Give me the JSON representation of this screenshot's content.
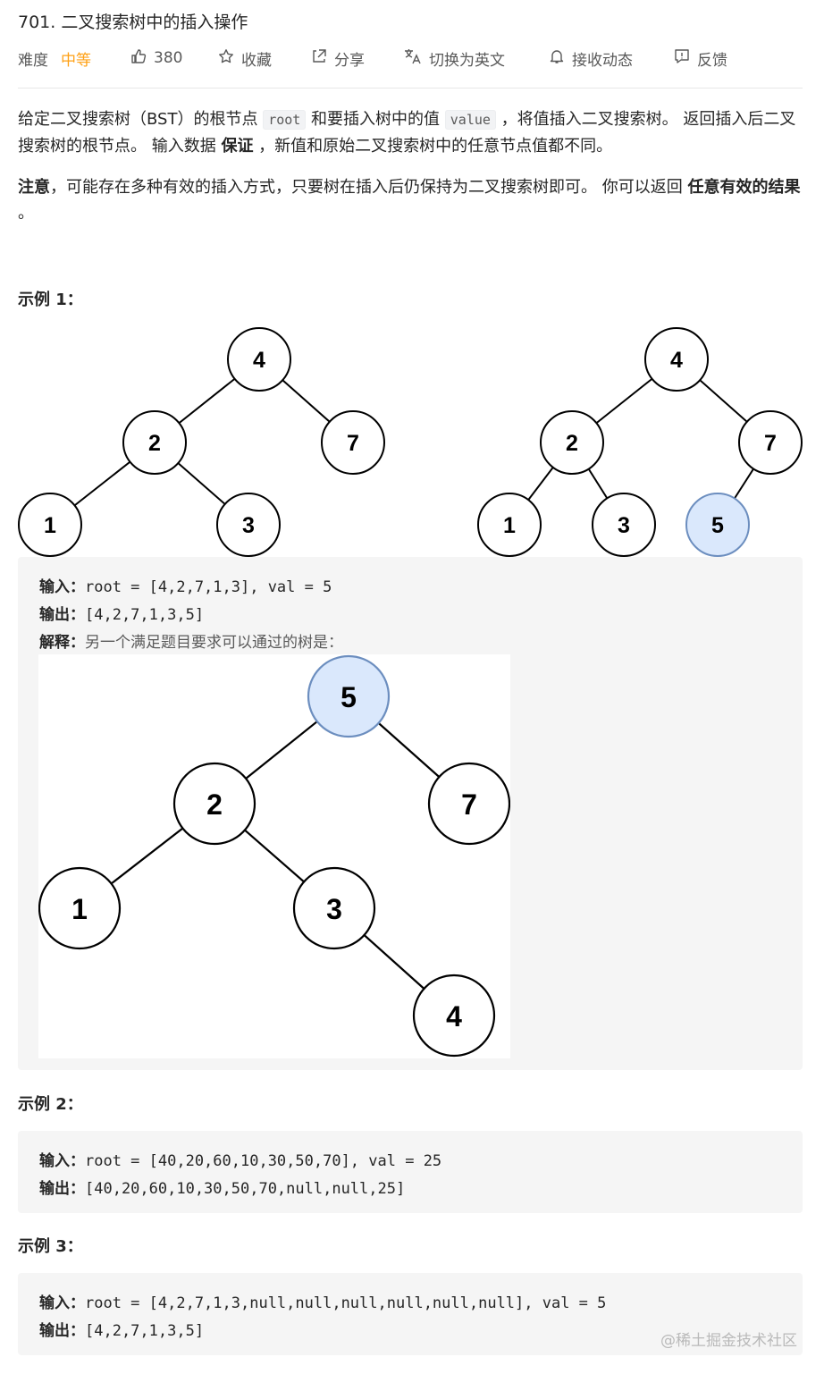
{
  "header": {
    "title": "701. 二叉搜索树中的插入操作",
    "difficulty_label": "难度",
    "difficulty_value": "中等",
    "likes": "380",
    "favorite": "收藏",
    "share": "分享",
    "switch_lang": "切换为英文",
    "notify": "接收动态",
    "feedback": "反馈"
  },
  "description": {
    "p1_a": "给定二叉搜索树（BST）的根节点 ",
    "p1_code1": "root",
    "p1_b": " 和要插入树中的值 ",
    "p1_code2": "value",
    "p1_c": " ，将值插入二叉搜索树。 返回插入后二叉搜索树的根节点。 输入数据 ",
    "p1_bold": "保证",
    "p1_d": " ，新值和原始二叉搜索树中的任意节点值都不同。",
    "p2_bold1": "注意",
    "p2_a": "，可能存在多种有效的插入方式，只要树在插入后仍保持为二叉搜索树即可。 你可以返回 ",
    "p2_bold2": "任意有效的结果",
    "p2_b": " 。"
  },
  "examples": [
    {
      "title": "示例 1：",
      "input_label": "输入：",
      "input": "root = [4,2,7,1,3], val = 5",
      "output_label": "输出：",
      "output": "[4,2,7,1,3,5]",
      "explain_label": "解释：",
      "explain": "另一个满足题目要求可以通过的树是："
    },
    {
      "title": "示例 2：",
      "input_label": "输入：",
      "input": "root = [40,20,60,10,30,50,70], val = 25",
      "output_label": "输出：",
      "output": "[40,20,60,10,30,50,70,null,null,25]"
    },
    {
      "title": "示例 3：",
      "input_label": "输入：",
      "input": "root = [4,2,7,1,3,null,null,null,null,null,null], val = 5",
      "output_label": "输出：",
      "output": "[4,2,7,1,3,5]"
    }
  ],
  "trees": {
    "tree_before": [
      "4",
      "2",
      "7",
      "1",
      "3"
    ],
    "tree_after": [
      "4",
      "2",
      "7",
      "1",
      "3",
      "5"
    ],
    "tree_alt": [
      "5",
      "2",
      "7",
      "1",
      "3",
      "4"
    ]
  },
  "colors": {
    "difficulty": "#ffa116",
    "inserted_node_fill": "#dae8fc",
    "inserted_node_stroke": "#6c8ebf"
  },
  "watermark": "@稀土掘金技术社区"
}
